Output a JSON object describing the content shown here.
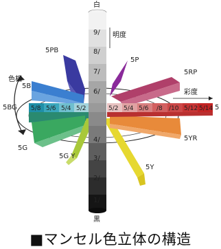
{
  "caption": "■マンセル色立体の構造",
  "axis": {
    "top": "白",
    "bottom": "黒",
    "value_label": "明度",
    "chroma_label": "彩度",
    "hue_label": "色相",
    "value_steps": [
      "9/",
      "8/",
      "7/",
      "6/",
      "4/",
      "3/",
      "2/",
      "1/"
    ]
  },
  "hues": {
    "5PB": "5PB",
    "5P": "5P",
    "5RP": "5RP",
    "5B": "5B",
    "5BG": "5BG",
    "5R": "5",
    "5G": "5G",
    "5GY": "5G Y",
    "5Y": "5Y",
    "5YR": "5YR"
  },
  "chroma_left": [
    "5/8",
    "5/6",
    "5/4",
    "5/2"
  ],
  "chroma_right": [
    "5/2",
    "5/4",
    "5/6",
    "/8",
    "/10",
    "5/12",
    "5/14"
  ],
  "colors": {
    "pb": "#3a3aa0",
    "p": "#8a2a9a",
    "rp": "#c0507a",
    "b": "#3b7fd0",
    "bg": "#2aa6b8",
    "r": "#d83a3a",
    "g": "#3aa860",
    "gy": "#a8c83a",
    "y": "#e6d830",
    "yr": "#e88a3a"
  }
}
